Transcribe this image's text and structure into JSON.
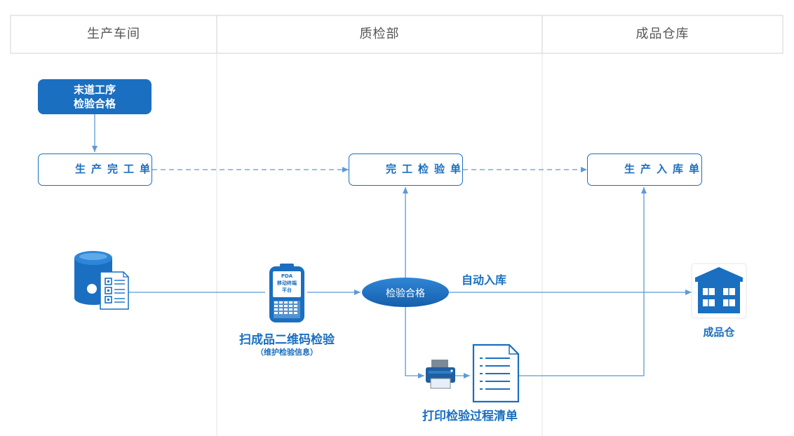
{
  "lanes": [
    "生产车间",
    "质检部",
    "成品仓库"
  ],
  "start": {
    "line1": "末道工序",
    "line2": "检验合格"
  },
  "documents": {
    "production_complete": "生产完工单",
    "completion_inspection": "完工检验单",
    "warehouse_entry": "生产入库单"
  },
  "pda": {
    "line1": "PDA",
    "line2": "移动终端",
    "line3": "平台"
  },
  "scan": {
    "title": "扫成品二维码检验",
    "subtitle": "（维护检验信息）"
  },
  "inspection_pass": "检验合格",
  "auto_entry": "自动入库",
  "print_label": "打印检验过程清单",
  "warehouse_label": "成品仓",
  "colors": {
    "primary": "#1a6fc0",
    "line": "#5b9bd5",
    "lane_border": "#d0d0d0",
    "text": "#555555"
  }
}
